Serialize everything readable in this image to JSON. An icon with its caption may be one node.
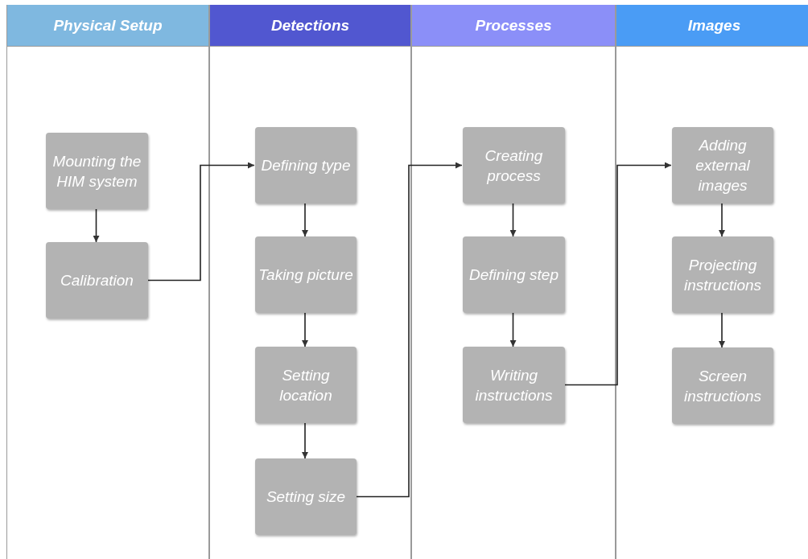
{
  "diagram": {
    "nodes": [
      {
        "text": [
          "Physical Setup"
        ]
      },
      {
        "text": [
          "Detections"
        ]
      },
      {
        "text": [
          "Processes"
        ]
      },
      {
        "text": [
          "Images"
        ]
      },
      {
        "text": [
          "Mounting the HIM system"
        ],
        "in": 0
      },
      {
        "text": [
          "Calibration"
        ],
        "in": 0
      },
      {
        "text": [
          "Defining type"
        ],
        "in": 1
      },
      {
        "text": [
          "Taking picture"
        ],
        "in": 1
      },
      {
        "text": [
          "Setting location"
        ],
        "in": 1
      },
      {
        "text": [
          "Setting size"
        ],
        "in": 1
      },
      {
        "text": [
          "Creating process"
        ],
        "in": 2
      },
      {
        "text": [
          "Defining step"
        ],
        "in": 2
      },
      {
        "text": [
          "Writing instructions"
        ],
        "in": 2
      },
      {
        "text": [
          "Adding external images"
        ],
        "in": 3
      },
      {
        "text": [
          "Projecting instructions"
        ],
        "in": 3
      },
      {
        "text": [
          "Screen instructions"
        ],
        "in": 3
      }
    ],
    "edges": [
      {
        "from": 4,
        "to": 5,
        "arrow": "to"
      },
      {
        "from": 5,
        "to": 6,
        "arrow": "to"
      },
      {
        "from": 6,
        "to": 7,
        "arrow": "to"
      },
      {
        "from": 7,
        "to": 8,
        "arrow": "to"
      },
      {
        "from": 8,
        "to": 9,
        "arrow": "to"
      },
      {
        "from": 9,
        "to": 10,
        "arrow": "to"
      },
      {
        "from": 10,
        "to": 11,
        "arrow": "to"
      },
      {
        "from": 11,
        "to": 12,
        "arrow": "to"
      },
      {
        "from": 12,
        "to": 13,
        "arrow": "to"
      },
      {
        "from": 13,
        "to": 14,
        "arrow": "to"
      },
      {
        "from": 14,
        "to": 15,
        "arrow": "to"
      }
    ]
  }
}
